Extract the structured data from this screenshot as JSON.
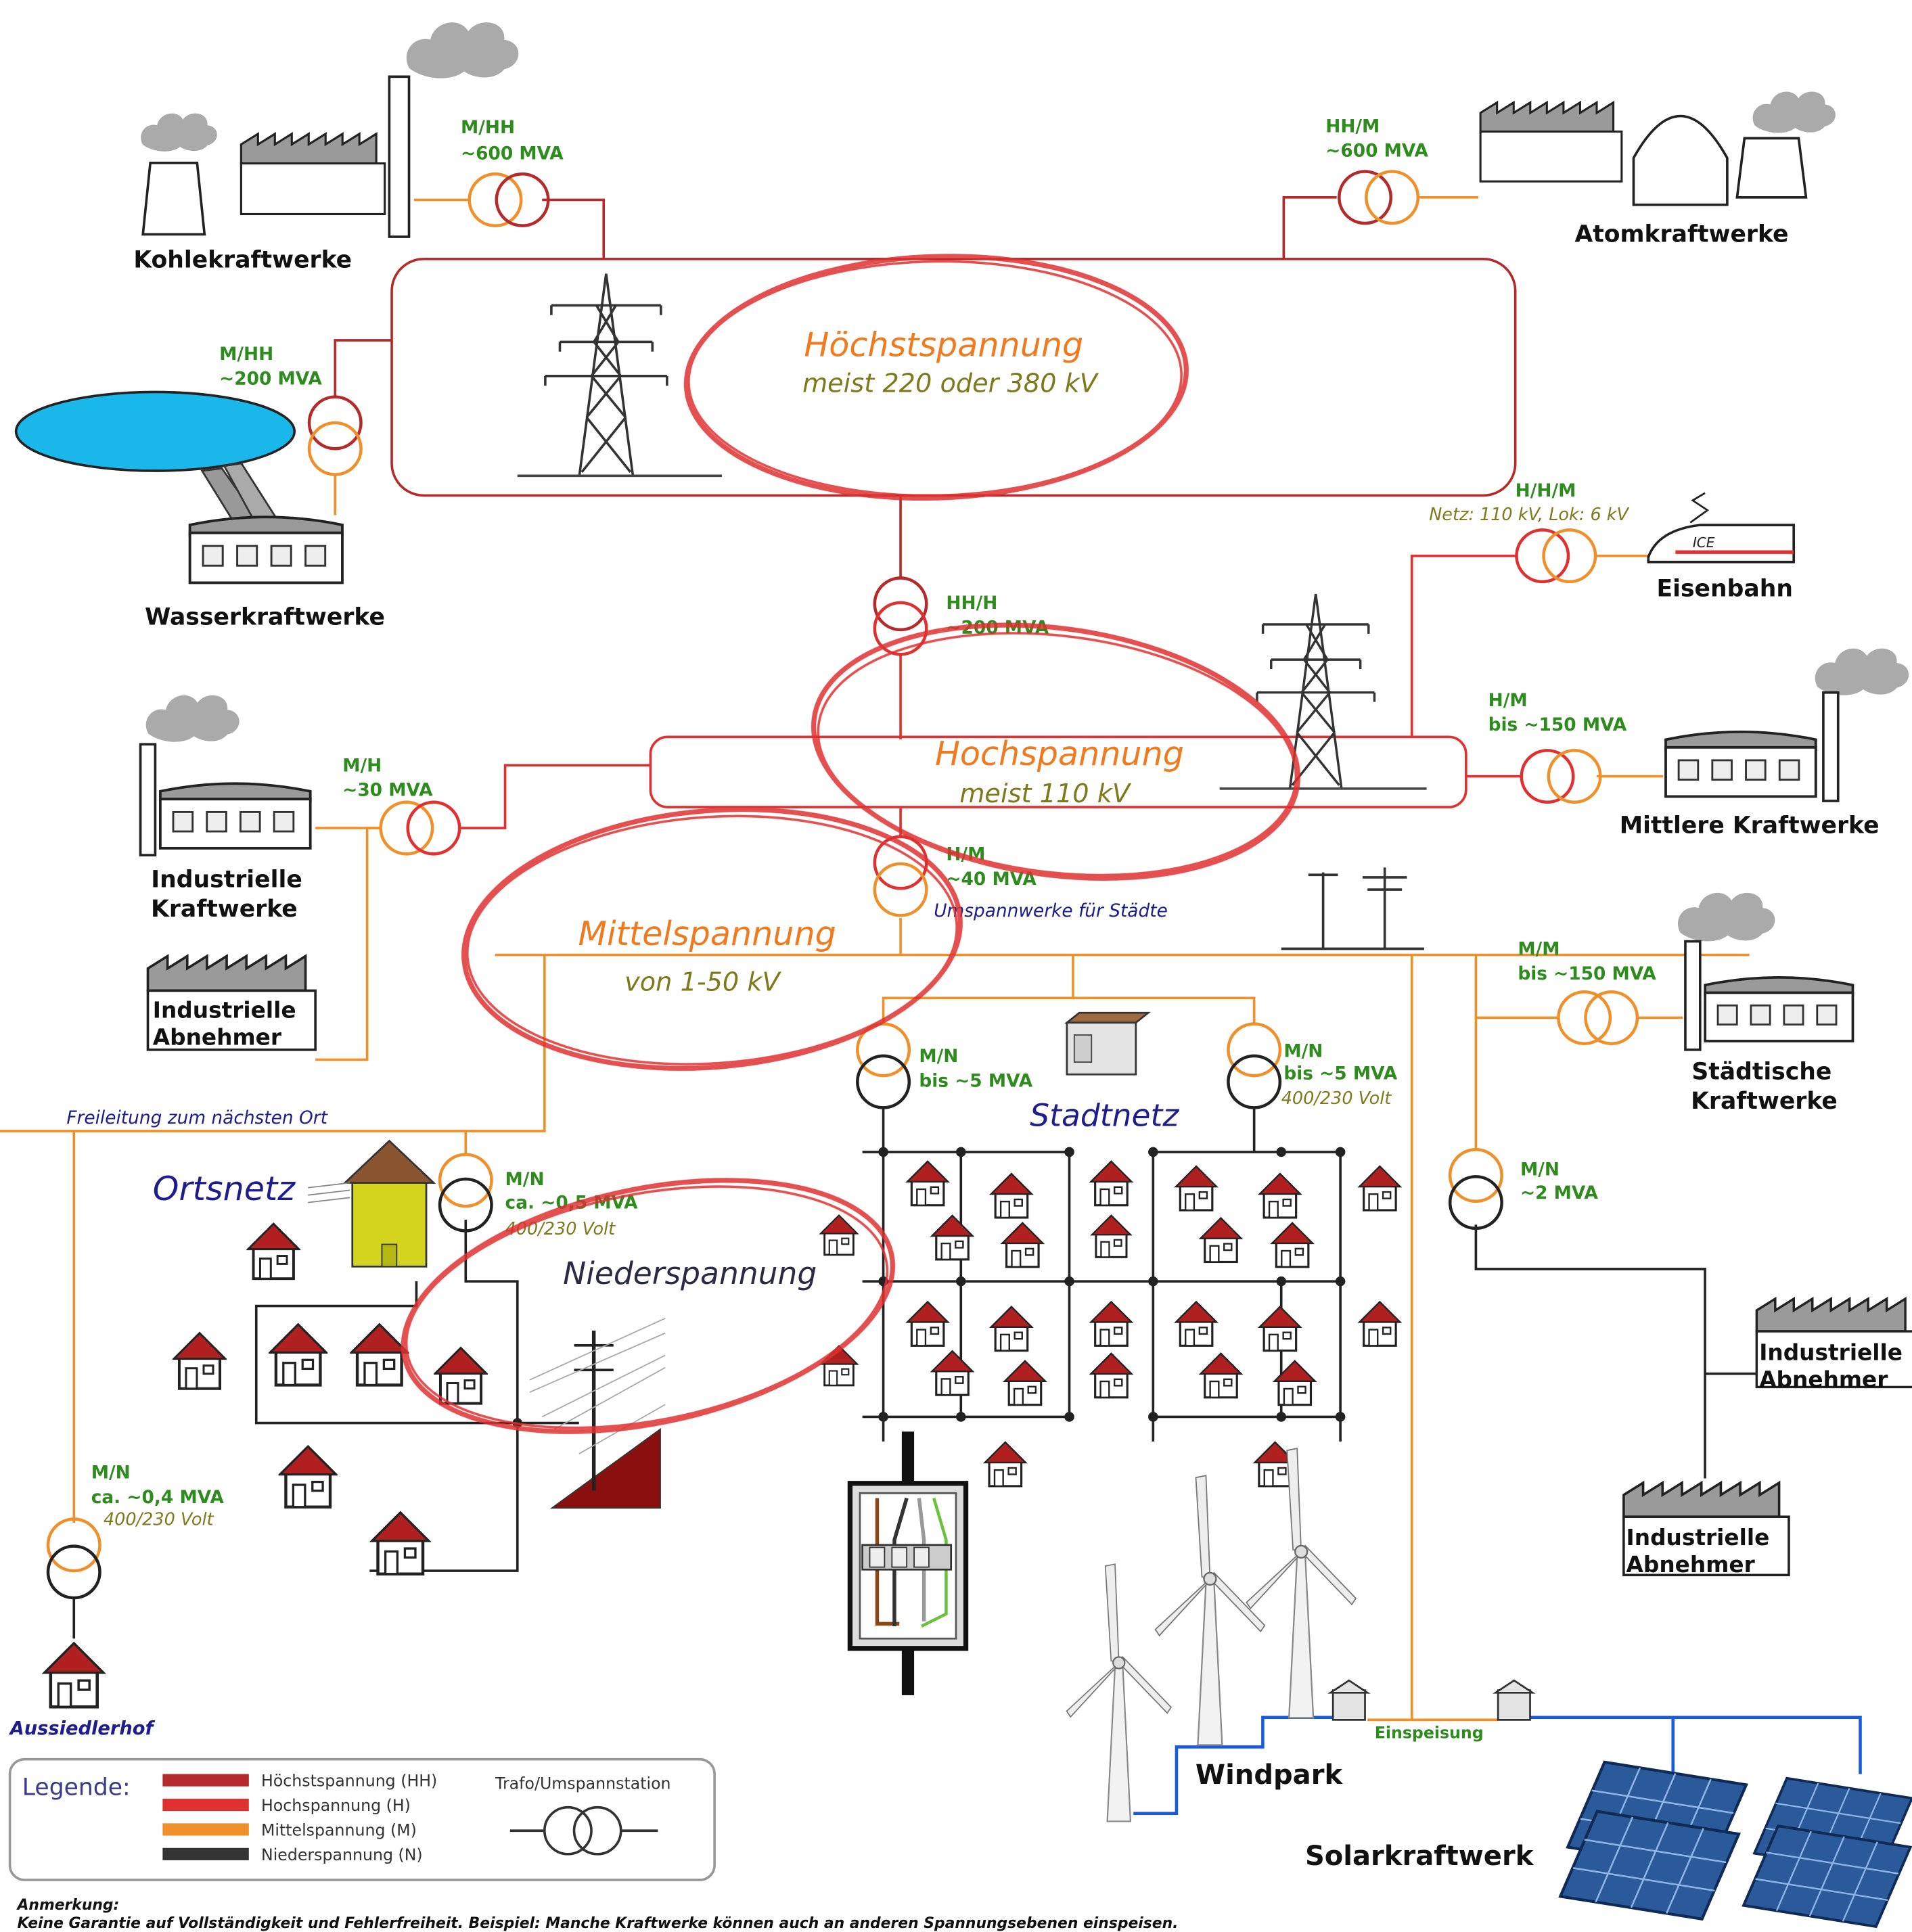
{
  "colors": {
    "hh": "#b52a2a",
    "h": "#e03030",
    "m": "#f0902a",
    "n": "#222222",
    "green": "#2e8b1e",
    "olive": "#7d7a1c",
    "voltage_orange": "#f07a1e",
    "navy": "#1d1d8c",
    "lake": "#1ab7ea",
    "roof": "#b02020",
    "solar_blue": "#2a5a9a",
    "wind_line": "#1a5ae0",
    "annotation_red": "#e03030"
  },
  "levels": {
    "hh_title": "Höchstspannung",
    "hh_sub": "meist 220 oder 380 kV",
    "h_title": "Hochspannung",
    "h_sub": "meist 110 kV",
    "m_title": "Mittelspannung",
    "m_sub": "von 1-50 kV",
    "n_title": "Niederspannung"
  },
  "plants": {
    "kohle": "Kohlekraftwerke",
    "atom": "Atomkraftwerke",
    "wasser": "Wasserkraftwerke",
    "eisenbahn": "Eisenbahn",
    "ice": "ICE",
    "industriell_l1": "Industrielle",
    "industriell_l2": "Kraftwerke",
    "mittlere": "Mittlere Kraftwerke",
    "staedt_l1": "Städtische",
    "staedt_l2": "Kraftwerke",
    "abnehmer_l1": "Industrielle",
    "abnehmer_l2": "Abnehmer",
    "windpark": "Windpark",
    "solar": "Solarkraftwerk",
    "aussiedlerhof": "Aussiedlerhof"
  },
  "transformers": {
    "kohle_l1": "M/HH",
    "kohle_l2": "~600 MVA",
    "atom_l1": "HH/M",
    "atom_l2": "~600 MVA",
    "wasser_l1": "M/HH",
    "wasser_l2": "~200 MVA",
    "hhh_l1": "HH/H",
    "hhh_l2": "~200 MVA",
    "bahn_l1": "H/H/M",
    "bahn_l2": "Netz: 110 kV, Lok: 6 kV",
    "mittlere_l1": "H/M",
    "mittlere_l2": "bis ~150 MVA",
    "industrie_l1": "M/H",
    "industrie_l2": "~30 MVA",
    "hm_l1": "H/M",
    "hm_l2": "~40 MVA",
    "umspann": "Umspannwerke für Städte",
    "staedt_l1": "M/M",
    "staedt_l2": "bis ~150 MVA",
    "mn1_l1": "M/N",
    "mn1_l2": "bis ~5 MVA",
    "mn2_l1": "M/N",
    "mn2_l2": "bis ~5 MVA",
    "mn2_l3": "400/230 Volt",
    "ort_l1": "M/N",
    "ort_l2": "ca. ~0,5 MVA",
    "ort_l3": "400/230 Volt",
    "hof_l1": "M/N",
    "hof_l2": "ca. ~0,4 MVA",
    "hof_l3": "400/230 Volt",
    "ind2_l1": "M/N",
    "ind2_l2": "~2 MVA"
  },
  "nets": {
    "freileitung": "Freileitung zum nächsten Ort",
    "ortsnetz": "Ortsnetz",
    "stadtnetz": "Stadtnetz",
    "einspeisung": "Einspeisung"
  },
  "legend": {
    "title": "Legende:",
    "hh": "Höchstspannung (HH)",
    "h": "Hochspannung (H)",
    "m": "Mittelspannung (M)",
    "n": "Niederspannung (N)",
    "trafo": "Trafo/Umspannstation"
  },
  "note": {
    "title": "Anmerkung:",
    "text": "Keine Garantie auf Vollständigkeit und Fehlerfreiheit. Beispiel: Manche Kraftwerke können auch an anderen Spannungsebenen einspeisen."
  }
}
